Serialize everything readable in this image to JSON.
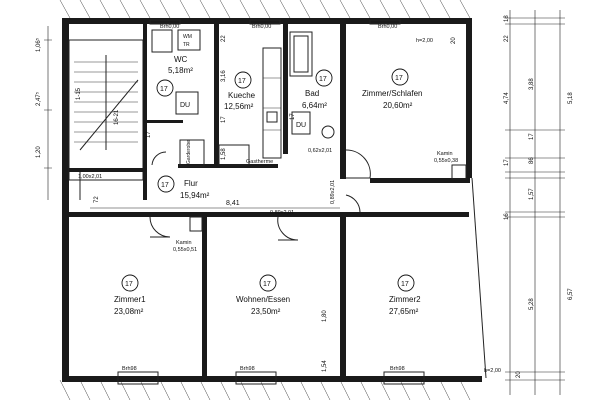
{
  "rooms": [
    {
      "id": "wc",
      "number": "17",
      "name": "WC",
      "area": "5,18m²"
    },
    {
      "id": "kueche",
      "number": "17",
      "name": "Kueche",
      "area": "12,56m²"
    },
    {
      "id": "bad",
      "number": "17",
      "name": "Bad",
      "area": "6,64m²"
    },
    {
      "id": "schlafen",
      "number": "17",
      "name": "Zimmer/Schlafen",
      "area": "20,60m²"
    },
    {
      "id": "flur",
      "number": "17",
      "name": "Flur",
      "area": "15,94m²"
    },
    {
      "id": "zimmer1",
      "number": "17",
      "name": "Zimmer1",
      "area": "23,08m²"
    },
    {
      "id": "wohnen",
      "number": "17",
      "name": "Wohnen/Essen",
      "area": "23,50m²"
    },
    {
      "id": "zimmer2",
      "number": "17",
      "name": "Zimmer2",
      "area": "27,65m²"
    }
  ],
  "fixtures": {
    "wm_tr": "WM\nTR",
    "du_wc": "DU",
    "du_bad": "DU",
    "garderobe": "Garderobe",
    "gastherme": "Gastherme",
    "kamin_top": "Kamin",
    "kamin_top_size": "0,55x0,38",
    "kamin_low": "Kamin",
    "kamin_low_size": "0,55x0,51",
    "stair_range": "1-15",
    "stair_range_2": "16-21"
  },
  "openings": {
    "brh_top_1": "Brh0,00",
    "brh_top_2": "Brh0,00",
    "brh_top_3": "Brh0,00",
    "brh_bot_1": "Brh98",
    "brh_bot_2": "Brh98",
    "door_flur": "1,00x2,01",
    "door_bad": "0,62x2,01",
    "door_schlafen": "0,89x2,01",
    "door_zimmer": "0,89x2,01",
    "h_top": "h=2,00",
    "h_bot": "h=2,00"
  },
  "dimensions": {
    "corridor_length": "8,41",
    "left_top": "1,06⁵",
    "left_mid": "2,47⁵",
    "left_low": "1,20",
    "kueche_v1": "3,16",
    "kueche_v2": "1,58",
    "kueche_17": "17",
    "kueche_22": "22",
    "flur_72": "72",
    "flur_17": "17",
    "bad_17": "17",
    "bad_20": "20",
    "zimmer_154": "1,54",
    "zimmer_180": "1,80",
    "right_top_18": "18",
    "right_top_22": "22",
    "right_474": "4,74",
    "right_388": "3,88",
    "right_518": "5,18",
    "right_17a": "17",
    "right_17b": "17",
    "right_86": "86",
    "right_157": "1,57",
    "right_16": "16",
    "right_528": "5,28",
    "right_657": "6,57",
    "right_20": "20"
  }
}
